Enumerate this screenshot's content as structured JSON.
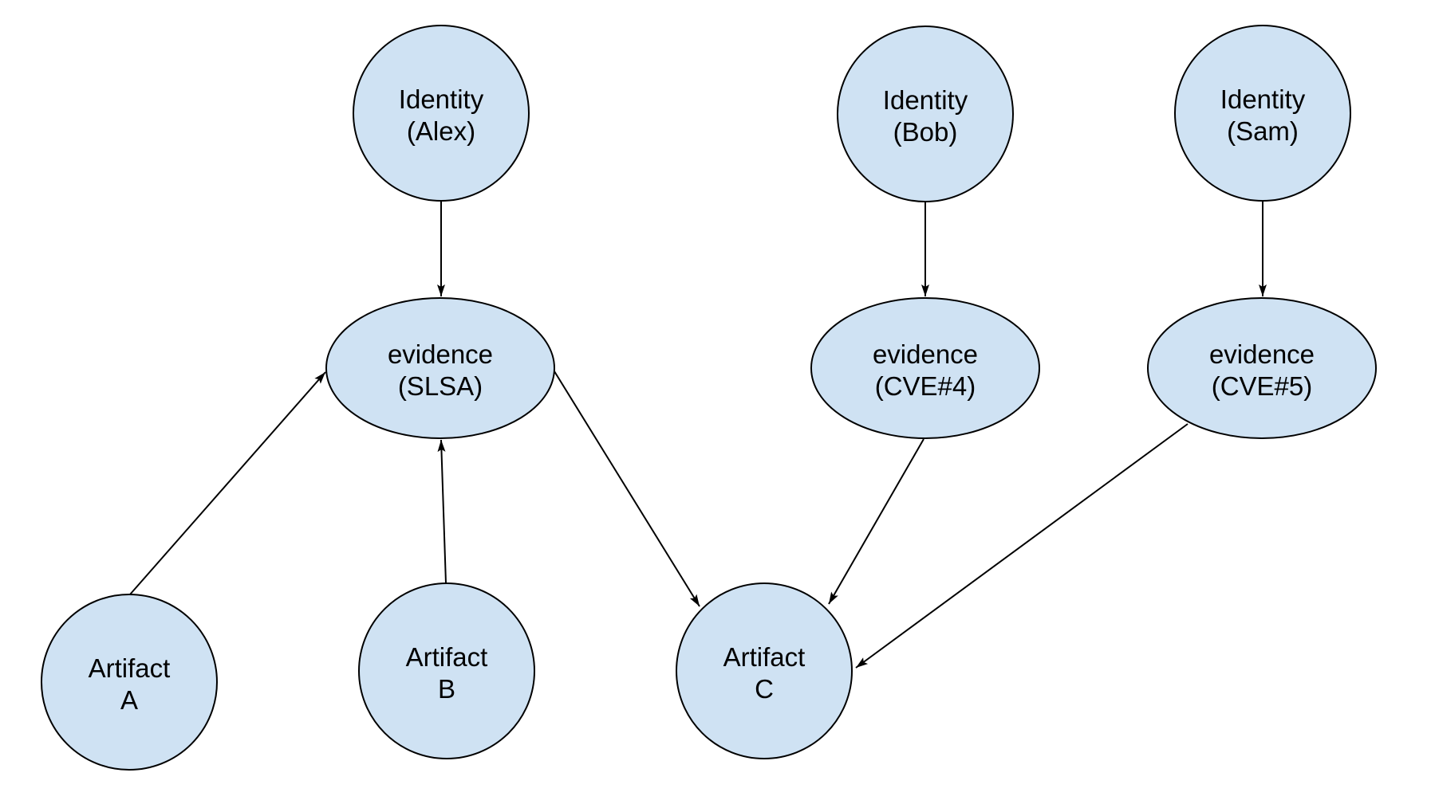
{
  "diagram": {
    "description": "Supply-chain attestation graph linking identities, evidence attestations, and artifacts",
    "colors": {
      "background": "#ffffff",
      "node_fill": "#cfe2f3",
      "node_stroke": "#000000",
      "edge": "#000000",
      "label_text": "#000000"
    },
    "nodes": [
      {
        "id": "identity-alex",
        "type": "Identity",
        "shape": "circle",
        "label_line1": "Identity",
        "label_line2": "(Alex)"
      },
      {
        "id": "identity-bob",
        "type": "Identity",
        "shape": "circle",
        "label_line1": "Identity",
        "label_line2": "(Bob)"
      },
      {
        "id": "identity-sam",
        "type": "Identity",
        "shape": "circle",
        "label_line1": "Identity",
        "label_line2": "(Sam)"
      },
      {
        "id": "evidence-slsa",
        "type": "evidence",
        "shape": "ellipse",
        "label_line1": "evidence",
        "label_line2": "(SLSA)"
      },
      {
        "id": "evidence-cve4",
        "type": "evidence",
        "shape": "ellipse",
        "label_line1": "evidence",
        "label_line2": "(CVE#4)"
      },
      {
        "id": "evidence-cve5",
        "type": "evidence",
        "shape": "ellipse",
        "label_line1": "evidence",
        "label_line2": "(CVE#5)"
      },
      {
        "id": "artifact-a",
        "type": "Artifact",
        "shape": "circle",
        "label_line1": "Artifact",
        "label_line2": "A"
      },
      {
        "id": "artifact-b",
        "type": "Artifact",
        "shape": "circle",
        "label_line1": "Artifact",
        "label_line2": "B"
      },
      {
        "id": "artifact-c",
        "type": "Artifact",
        "shape": "circle",
        "label_line1": "Artifact",
        "label_line2": "C"
      }
    ],
    "edges": [
      {
        "from": "identity-alex",
        "to": "evidence-slsa"
      },
      {
        "from": "identity-bob",
        "to": "evidence-cve4"
      },
      {
        "from": "identity-sam",
        "to": "evidence-cve5"
      },
      {
        "from": "artifact-a",
        "to": "evidence-slsa"
      },
      {
        "from": "artifact-b",
        "to": "evidence-slsa"
      },
      {
        "from": "evidence-slsa",
        "to": "artifact-c"
      },
      {
        "from": "evidence-cve4",
        "to": "artifact-c"
      },
      {
        "from": "evidence-cve5",
        "to": "artifact-c"
      }
    ]
  }
}
